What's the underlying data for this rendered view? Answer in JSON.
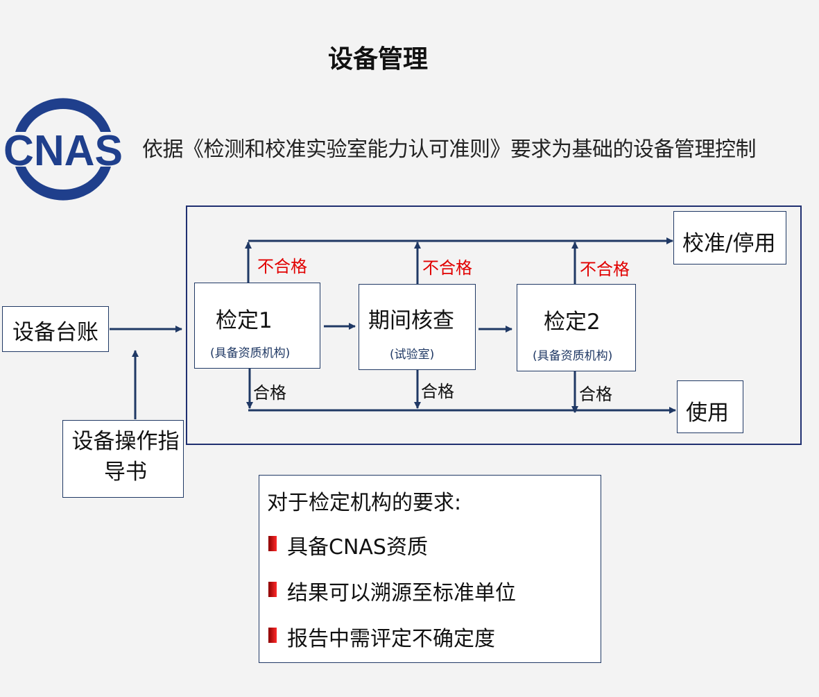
{
  "title": "设备管理",
  "subtitle": "依据《检测和校准实验室能力认可准则》要求为基础的设备管理控制",
  "logo": {
    "text": "CNAS",
    "color": "#1f3f8c"
  },
  "colors": {
    "frame": "#1f2f70",
    "arrow": "#1f3864",
    "fail": "#e10000"
  },
  "nodes": {
    "ledger": "设备台账",
    "manual": "设备操作指导书",
    "calib1": {
      "label": "检定1",
      "sub": "(具备资质机构)"
    },
    "check": {
      "label": "期间核查",
      "sub": "(试验室)"
    },
    "calib2": {
      "label": "检定2",
      "sub": "(具备资质机构)"
    },
    "stop": "校准/停用",
    "use": "使用"
  },
  "edges": {
    "fail": "不合格",
    "pass": "合格"
  },
  "requirements": {
    "heading": "对于检定机构的要求:",
    "items": [
      "具备CNAS资质",
      "结果可以溯源至标准单位",
      "报告中需评定不确定度"
    ]
  }
}
